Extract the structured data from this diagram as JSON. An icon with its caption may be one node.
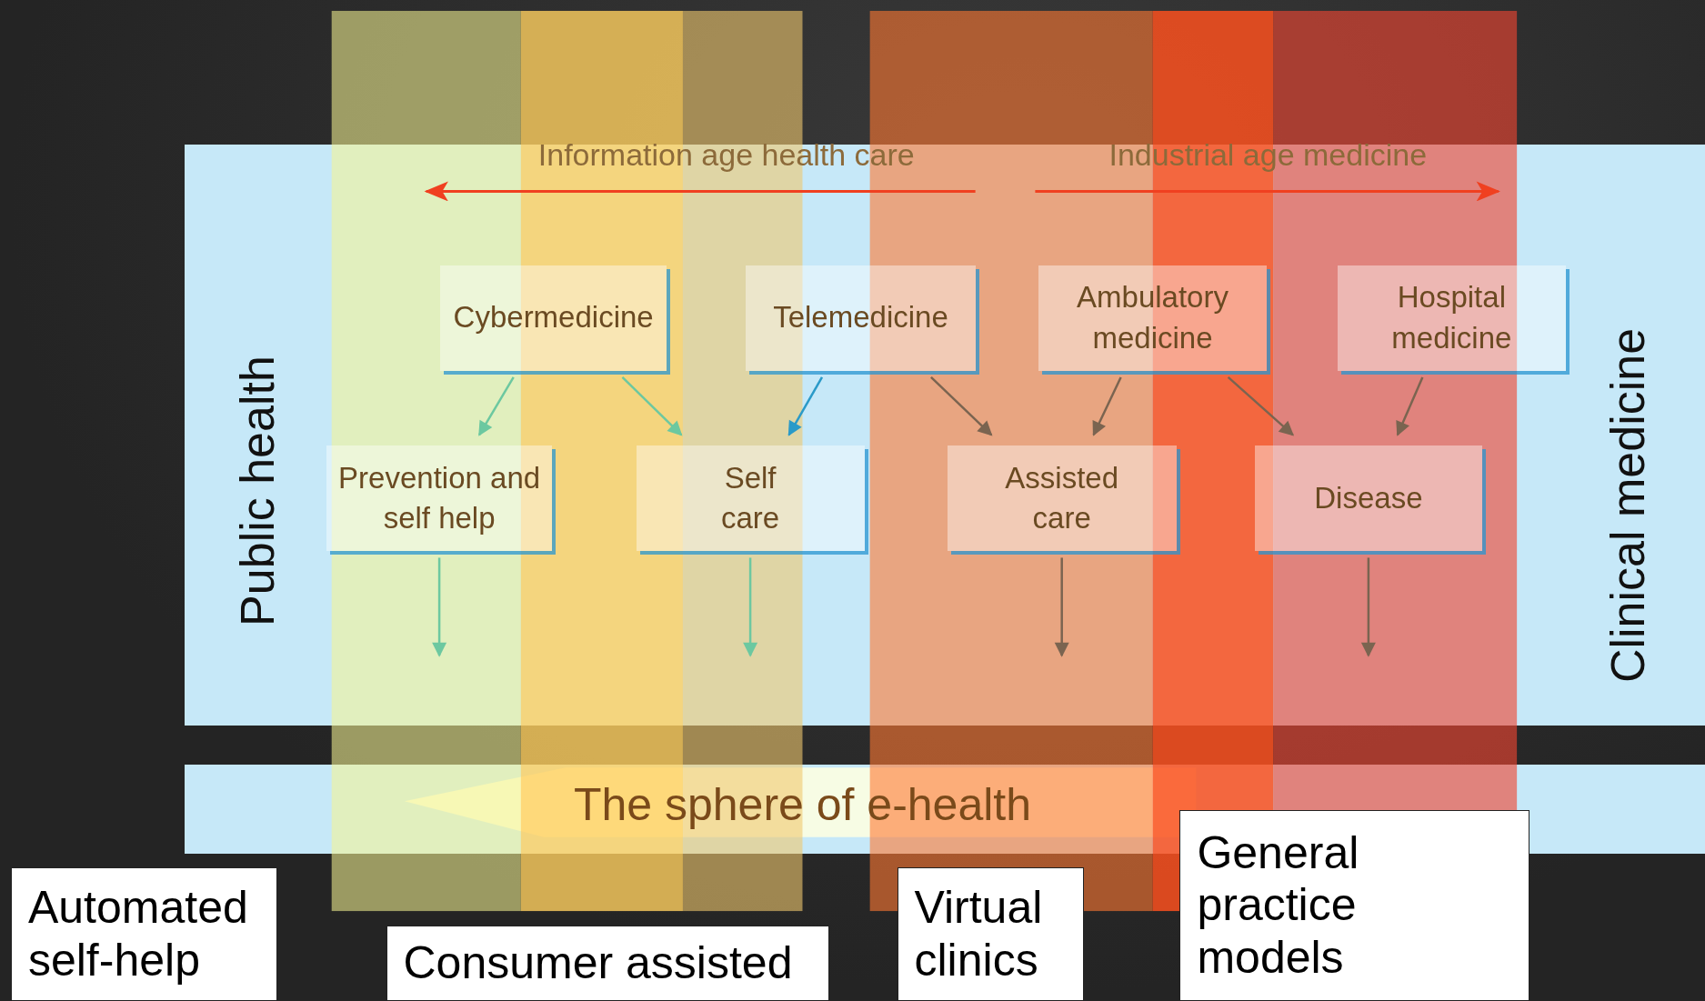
{
  "diagram": {
    "nodes": [
      {
        "text": [
          "Cybermedicine"
        ]
      },
      {
        "text": [
          "Telemedicine"
        ]
      },
      {
        "text": [
          "Ambulatory medicine"
        ]
      },
      {
        "text": [
          "Hospital medicine"
        ]
      },
      {
        "text": [
          "Prevention and self help"
        ]
      },
      {
        "text": [
          "Self care"
        ]
      },
      {
        "text": [
          "Assisted care"
        ]
      },
      {
        "text": [
          "Disease"
        ]
      },
      {
        "text": [
          "Automated self-help"
        ]
      },
      {
        "text": [
          "Consumer assisted"
        ]
      },
      {
        "text": [
          "Virtual clinics"
        ]
      },
      {
        "text": [
          "General practice models"
        ]
      }
    ],
    "edges": [
      {
        "from": 0,
        "to": 4,
        "arrow": "to",
        "color": "#6cc8a0"
      },
      {
        "from": 0,
        "to": 5,
        "arrow": "to",
        "color": "#6cc8a0"
      },
      {
        "from": 1,
        "to": 5,
        "arrow": "to",
        "color": "#2a9ac8"
      },
      {
        "from": 1,
        "to": 6,
        "arrow": "to"
      },
      {
        "from": 2,
        "to": 6,
        "arrow": "to"
      },
      {
        "from": 2,
        "to": 7,
        "arrow": "to"
      },
      {
        "from": 3,
        "to": 7,
        "arrow": "to"
      },
      {
        "from": 4,
        "to": null,
        "arrow": "to",
        "color": "#6cc8a0"
      },
      {
        "from": 5,
        "to": null,
        "arrow": "to",
        "color": "#6cc8a0"
      },
      {
        "from": 6,
        "to": null,
        "arrow": "to"
      },
      {
        "from": 7,
        "to": null,
        "arrow": "to"
      }
    ],
    "labels": [
      "Information age health care",
      "Industrial age medicine",
      "Public health",
      "Clinical medicine",
      "The sphere of e-health"
    ]
  }
}
